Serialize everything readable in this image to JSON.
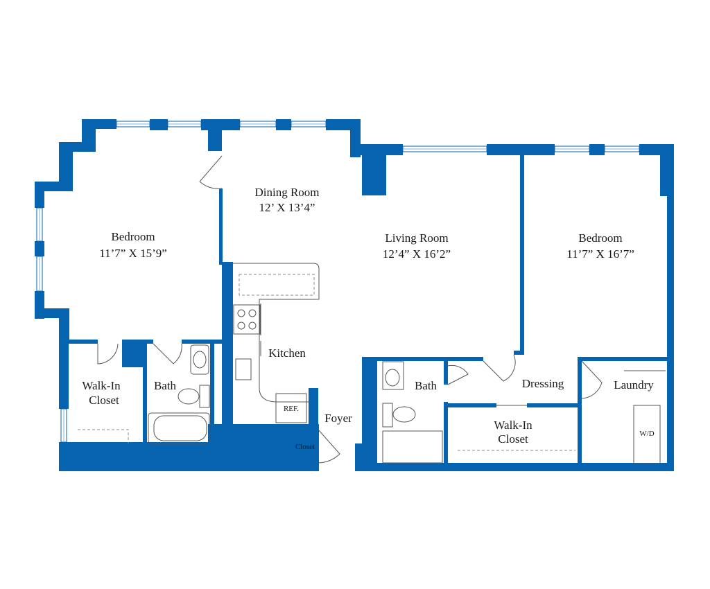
{
  "rooms": {
    "bedroom_left": {
      "name": "Bedroom",
      "size": "11’7” X 15’9”"
    },
    "dining_room": {
      "name": "Dining Room",
      "size": "12’ X 13’4”"
    },
    "living_room": {
      "name": "Living Room",
      "size": "12’4” X 16’2”"
    },
    "bedroom_right": {
      "name": "Bedroom",
      "size": "11’7” X 16’7”"
    },
    "kitchen": {
      "name": "Kitchen"
    },
    "walkin_left": {
      "line1": "Walk-In",
      "line2": "Closet"
    },
    "bath_left": {
      "name": "Bath"
    },
    "bath_right": {
      "name": "Bath"
    },
    "foyer": {
      "name": "Foyer"
    },
    "closet": {
      "name": "Closet"
    },
    "dressing": {
      "name": "Dressing"
    },
    "walkin_right": {
      "line1": "Walk-In",
      "line2": "Closet"
    },
    "laundry": {
      "name": "Laundry"
    },
    "ref": {
      "name": "REF."
    },
    "wd": {
      "name": "W/D"
    }
  },
  "colors": {
    "wall": "#0663b0",
    "background": "#ffffff"
  }
}
